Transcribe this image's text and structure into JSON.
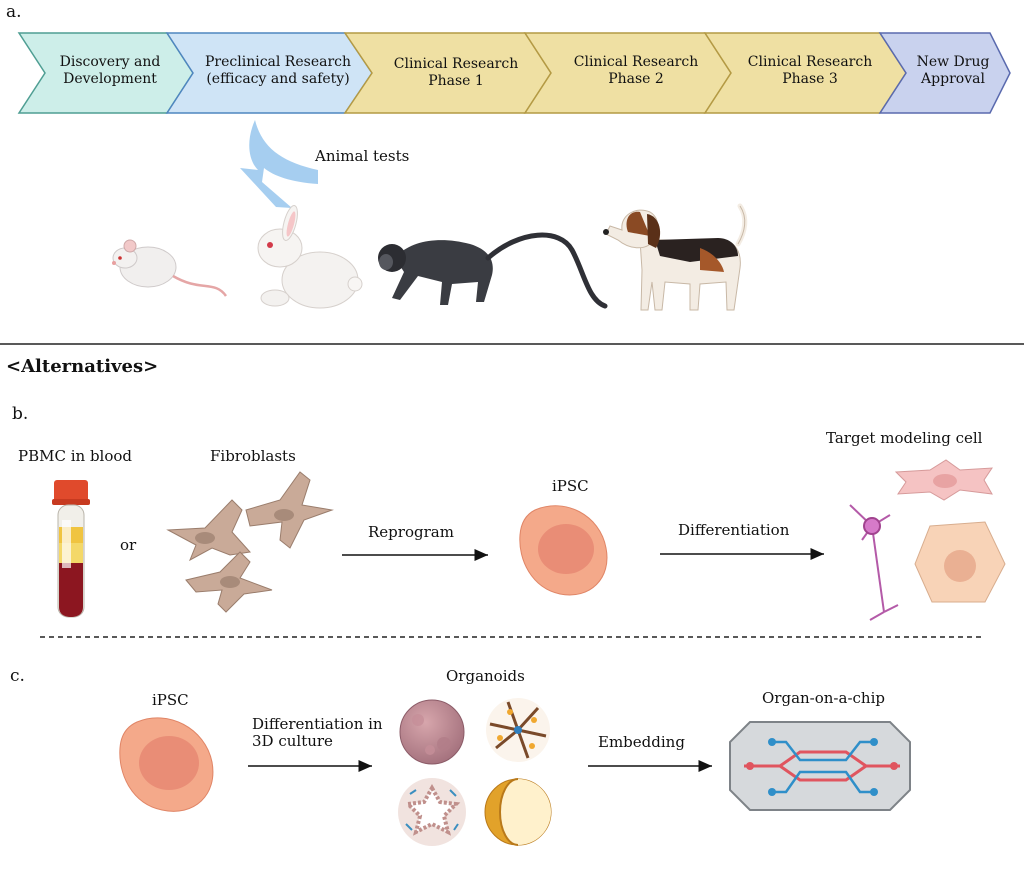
{
  "panels": {
    "a": "a.",
    "b": "b.",
    "c": "c."
  },
  "pipeline": {
    "steps": [
      {
        "line1": "Discovery and",
        "line2": "Development",
        "fill": "#cdeee9",
        "stroke": "#4f9e93"
      },
      {
        "line1": "Preclinical Research",
        "line2": "(efficacy and safety)",
        "fill": "#cfe4f6",
        "stroke": "#4f86bf"
      },
      {
        "line1": "Clinical Research",
        "line2": "Phase 1",
        "fill": "#efe0a3",
        "stroke": "#b49a44"
      },
      {
        "line1": "Clinical Research",
        "line2": "Phase 2",
        "fill": "#efe0a3",
        "stroke": "#b49a44"
      },
      {
        "line1": "Clinical Research",
        "line2": "Phase 3",
        "fill": "#efe0a3",
        "stroke": "#b49a44"
      },
      {
        "line1": "New Drug",
        "line2": "Approval",
        "fill": "#c9d2ee",
        "stroke": "#5a6aae"
      }
    ],
    "animal_tests_label": "Animal tests",
    "animals": [
      "mouse-icon",
      "rabbit-icon",
      "monkey-icon",
      "dog-icon"
    ]
  },
  "alternatives_heading": "<Alternatives>",
  "section_b": {
    "pbmc_label": "PBMC in blood",
    "or_label": "or",
    "fibroblasts_label": "Fibroblasts",
    "reprogram_label": "Reprogram",
    "ipsc_label": "iPSC",
    "differentiation_label": "Differentiation",
    "target_label": "Target modeling cell"
  },
  "section_c": {
    "ipsc_label": "iPSC",
    "diff3d_line1": "Differentiation in",
    "diff3d_line2": "3D culture",
    "organoids_label": "Organoids",
    "embedding_label": "Embedding",
    "chip_label": "Organ-on-a-chip"
  },
  "colors": {
    "cell_fill": "#f4a98a",
    "cell_nucleus": "#e98d76",
    "fibroblast": "#c9aa98",
    "arrow_blue": "#9cc9ee",
    "chip_red": "#e0555f",
    "chip_blue": "#2f8fc9"
  }
}
